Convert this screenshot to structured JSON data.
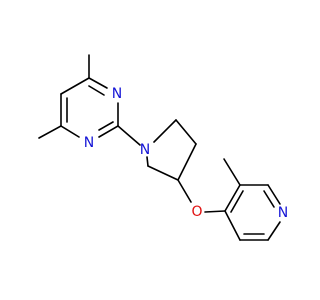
{
  "molecule": {
    "atoms": {
      "n_pyrimidine_1": "N",
      "n_pyrimidine_3": "N",
      "n_pyrrolidine": "N",
      "o_ether": "O",
      "n_pyridine": "N"
    },
    "colors": {
      "bond": "#000000",
      "nitrogen": "#1414d6",
      "oxygen": "#e01010",
      "background": "#ffffff"
    }
  }
}
